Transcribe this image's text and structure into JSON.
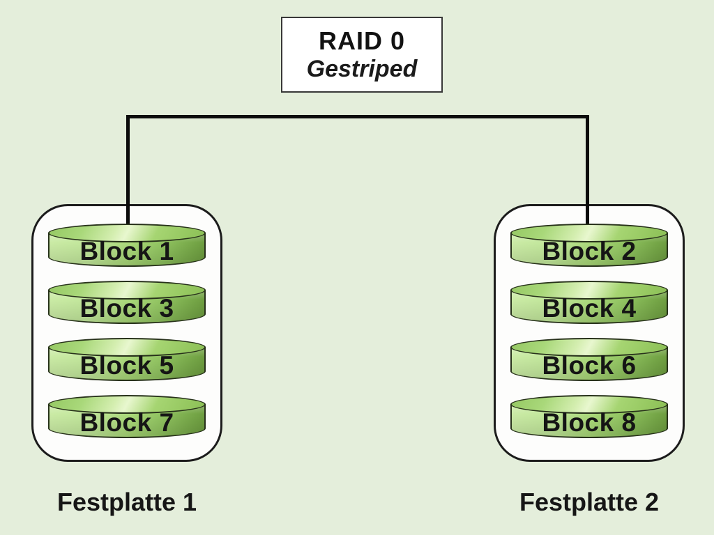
{
  "title_box": {
    "title": "RAID 0",
    "subtitle": "Gestriped"
  },
  "drives": [
    {
      "label": "Festplatte 1",
      "blocks": [
        "Block 1",
        "Block 3",
        "Block 5",
        "Block 7"
      ]
    },
    {
      "label": "Festplatte 2",
      "blocks": [
        "Block 2",
        "Block 4",
        "Block 6",
        "Block 8"
      ]
    }
  ],
  "colors": {
    "background": "#e4eedb",
    "container_fill": "#fdfdfc",
    "cylinder_light": "#cbeba6",
    "cylinder_mid": "#a9d878",
    "cylinder_dark": "#6b9a3e",
    "outline": "#1c1c1c",
    "connector_line": "#0c0c0c"
  }
}
